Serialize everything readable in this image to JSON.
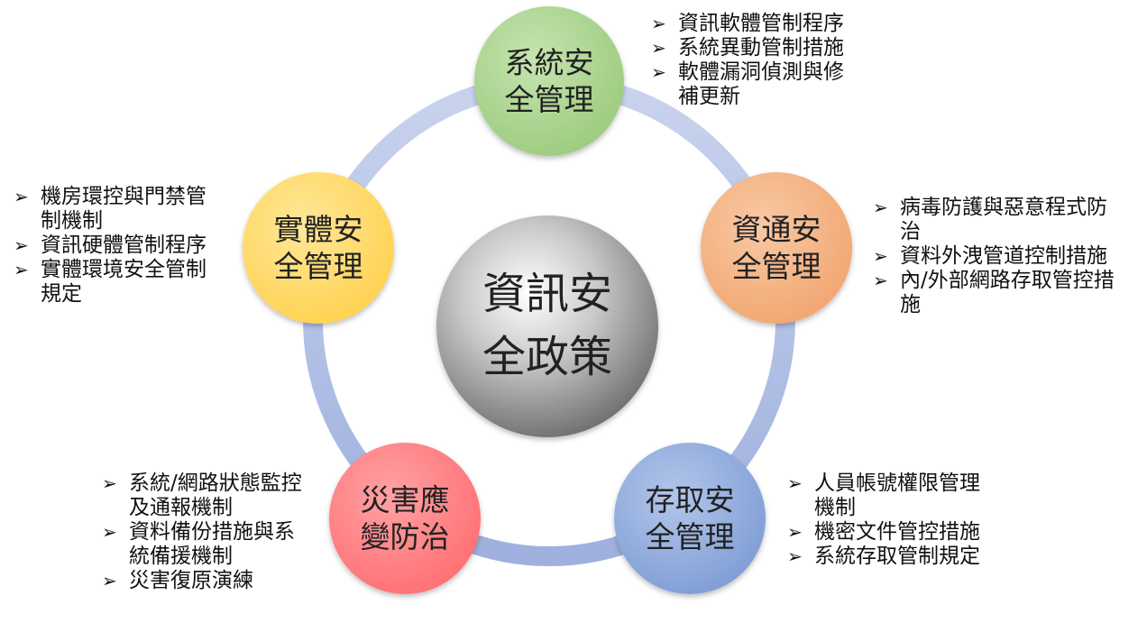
{
  "center": {
    "label": "資訊安\n全政策",
    "color": "#9a9a9a"
  },
  "nodes": [
    {
      "id": "system",
      "label": "系統安\n全管理",
      "color": "#a9d18e",
      "items": [
        "資訊軟體管制程序",
        "系統異動管制措施",
        "軟體漏洞偵測與修補更新"
      ]
    },
    {
      "id": "network",
      "label": "資通安\n全管理",
      "color": "#f4b183",
      "items": [
        "病毒防護與惡意程式防治",
        "資料外洩管道控制措施",
        "內/外部網路存取管控措施"
      ]
    },
    {
      "id": "access",
      "label": "存取安\n全管理",
      "color": "#8faadc",
      "items": [
        "人員帳號權限管理機制",
        "機密文件管控措施",
        "系統存取管制規定"
      ]
    },
    {
      "id": "disaster",
      "label": "災害應\n變防治",
      "color": "#ff7c80",
      "items": [
        "系統/網路狀態監控及通報機制",
        "資料備份措施與系統備援機制",
        "災害復原演練"
      ]
    },
    {
      "id": "physical",
      "label": "實體安\n全管理",
      "color": "#ffd966",
      "items": [
        "機房環控與門禁管制機制",
        "資訊硬體管制程序",
        "實體環境安全管制規定"
      ]
    }
  ],
  "ring_color": "#b4c1e3"
}
